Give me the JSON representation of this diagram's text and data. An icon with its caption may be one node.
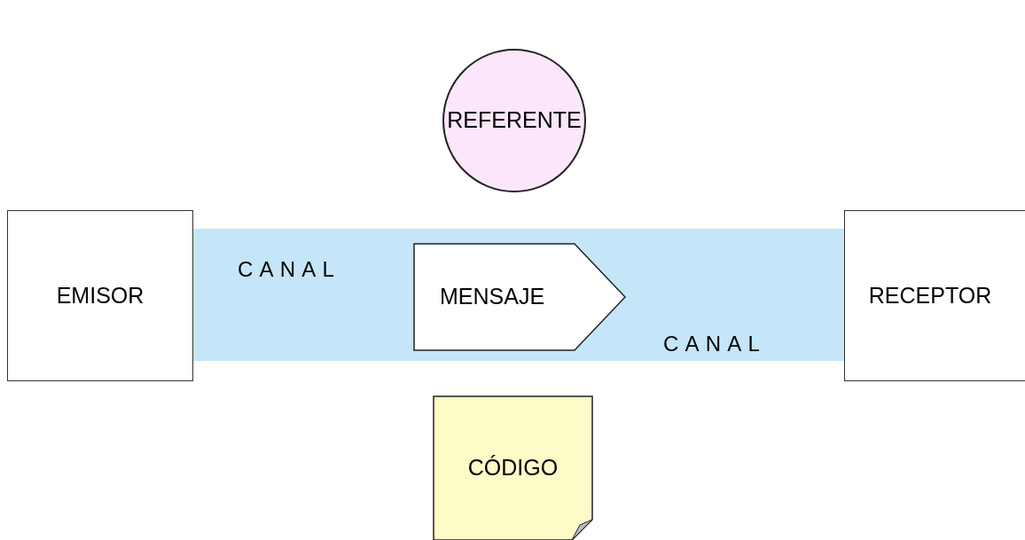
{
  "diagram": {
    "nodes": [
      {
        "text": [
          "REFERENTE"
        ]
      },
      {
        "text": [
          "EMISOR"
        ]
      },
      {
        "text": [
          "CANAL",
          "CANAL"
        ]
      },
      {
        "text": [
          "MENSAJE"
        ],
        "in": 2
      },
      {
        "text": [
          "RECEPTOR"
        ]
      },
      {
        "text": [
          "CÓDIGO"
        ]
      }
    ]
  }
}
